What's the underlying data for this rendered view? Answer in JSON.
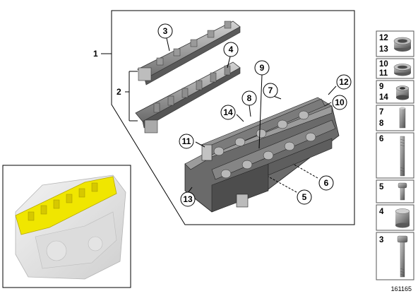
{
  "callouts": [
    {
      "id": "c3",
      "text": "3"
    },
    {
      "id": "c4",
      "text": "4"
    },
    {
      "id": "c9",
      "text": "9"
    },
    {
      "id": "c7",
      "text": "7"
    },
    {
      "id": "c8",
      "text": "8"
    },
    {
      "id": "c12",
      "text": "12"
    },
    {
      "id": "c10",
      "text": "10"
    },
    {
      "id": "c14",
      "text": "14"
    },
    {
      "id": "c11",
      "text": "11"
    },
    {
      "id": "c13",
      "text": "13"
    },
    {
      "id": "c5",
      "text": "5"
    },
    {
      "id": "c6",
      "text": "6"
    }
  ],
  "plain_labels": {
    "one": "1",
    "two": "2"
  },
  "side_panel": [
    {
      "top": "12",
      "bottom": "13",
      "part": "seal-ring"
    },
    {
      "top": "10",
      "bottom": "11",
      "part": "seal-ring"
    },
    {
      "top": "9",
      "bottom": "14",
      "part": "valve-stem-seal"
    },
    {
      "top": "7",
      "bottom": "8",
      "part": "pin"
    },
    {
      "top": "6",
      "bottom": "",
      "part": "stud-bolt"
    },
    {
      "top": "5",
      "bottom": "",
      "part": "screw"
    },
    {
      "top": "4",
      "bottom": "",
      "part": "bush"
    },
    {
      "top": "3",
      "bottom": "",
      "part": "cylinder-head-bolt"
    }
  ],
  "reference_number": "161165",
  "colors": {
    "highlight": "#f0e600",
    "line": "#000000",
    "metal": "#8a8a8a",
    "panel_border": "#555555"
  }
}
